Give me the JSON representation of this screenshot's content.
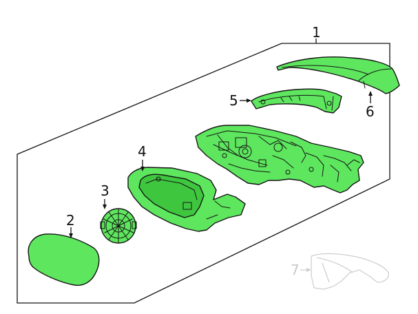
{
  "colors": {
    "part_fill": "#5ee65e",
    "part_fill_dark": "#3fc63f",
    "outline": "#141414",
    "ghost": "#cfcfcf"
  },
  "callouts": {
    "c1": "1",
    "c2": "2",
    "c3": "3",
    "c4": "4",
    "c5": "5",
    "c6": "6",
    "c7": "7"
  }
}
